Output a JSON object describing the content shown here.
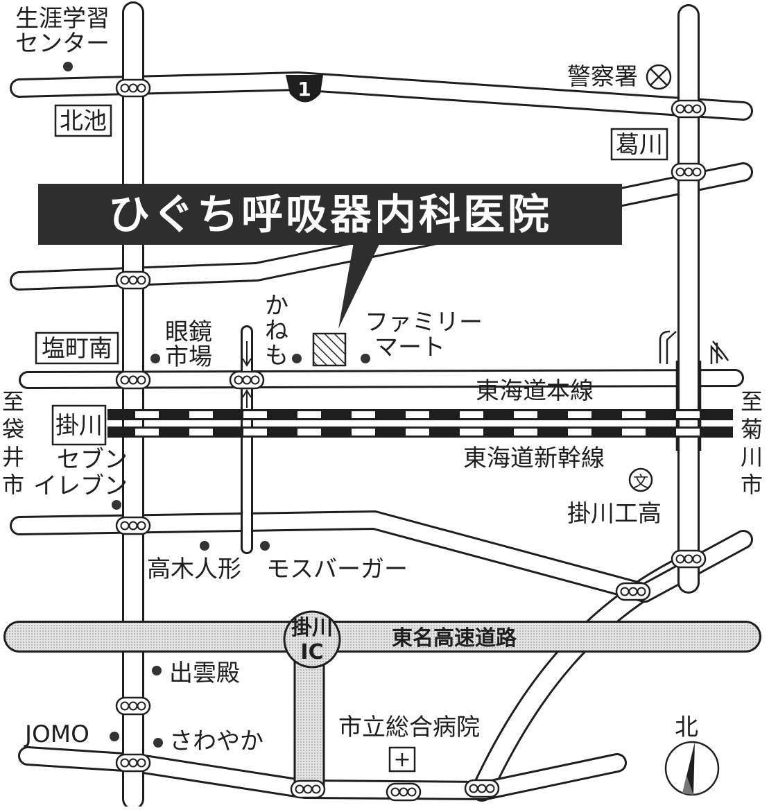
{
  "colors": {
    "ink": "#1e1e1e",
    "road_fill": "#ffffff",
    "highway_fill": "#cfcfcf",
    "title_bg": "#2e2e2e",
    "title_text": "#ffffff",
    "destination_fill": "#777777"
  },
  "title": "ひぐち呼吸器内科医院",
  "route_shield": "1",
  "intersections": {
    "kitaike": "北池",
    "kuzugawa": "葛川",
    "shiomachi_minami": "塩町南"
  },
  "station": "掛川",
  "railways": {
    "tokaido_main": "東海道本線",
    "tokaido_shinkansen": "東海道新幹線"
  },
  "highway": {
    "name": "東名高速道路",
    "ic_line1": "掛川",
    "ic_line2": "IC"
  },
  "directions": {
    "west": [
      "至",
      "袋",
      "井",
      "市"
    ],
    "east": [
      "至",
      "菊",
      "川",
      "市"
    ]
  },
  "landmarks": {
    "lifelong_center": [
      "生涯学習",
      "センター"
    ],
    "police": "警察署",
    "glasses": [
      "眼鏡",
      "市場"
    ],
    "kanemo": [
      "か",
      "ね",
      "も"
    ],
    "familymart": [
      "ファミリー",
      "マート"
    ],
    "seven_eleven": [
      "セブン",
      "イレブン"
    ],
    "school": "掛川工高",
    "takagi": "高木人形",
    "mos": "モスバーガー",
    "izumo": "出雲殿",
    "jomo": "JOMO",
    "sawayaka": "さわやか",
    "hospital": "市立総合病院"
  },
  "symbols": {
    "school_mark": "文",
    "hospital_mark": "+"
  },
  "compass": "北",
  "icons": [
    "police-icon",
    "school-icon",
    "hospital-icon",
    "traffic-signal-icon",
    "compass-icon",
    "location-dot-icon"
  ]
}
